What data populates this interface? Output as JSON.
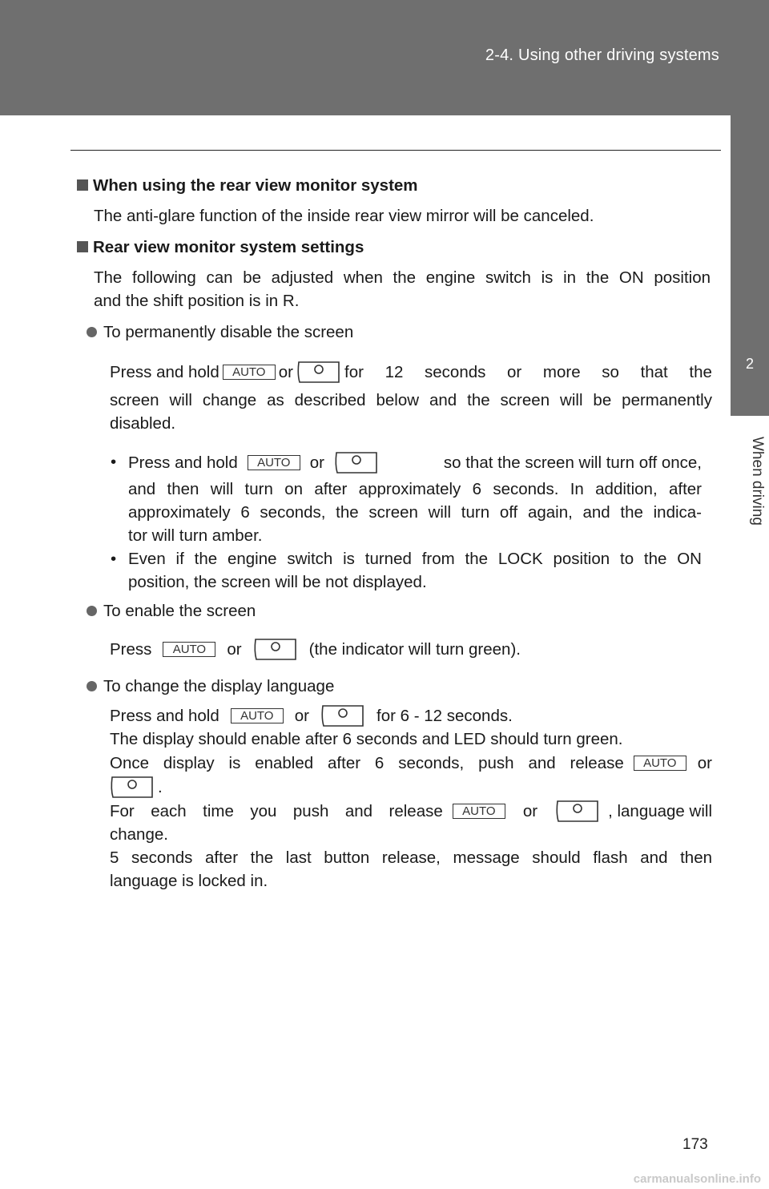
{
  "header": {
    "title": "2-4. Using other driving systems"
  },
  "side_tab": {
    "number": "2",
    "label": "When driving"
  },
  "sections": [
    {
      "heading": "When using the rear view monitor system",
      "body": "The anti-glare function of the inside rear view mirror will be canceled."
    },
    {
      "heading": "Rear view monitor system settings",
      "body_line1": "The following can be adjusted when the engine switch is in the ON position",
      "body_line2": "and the shift position is in R."
    }
  ],
  "buttons": {
    "auto_label": "AUTO",
    "camera_icon": "camera-icon"
  },
  "disable": {
    "bullet": "To permanently disable the screen",
    "line1_a": "Press and hold",
    "line1_or": "or",
    "line1_b": "for 12 seconds or more so that the",
    "line2": "screen will change as described below and the screen will be permanently",
    "line3": "disabled.",
    "sub1_a": "Press and hold",
    "sub1_or": "or",
    "sub1_b": "so that the screen will turn off once,",
    "sub1_l2": "and then will turn on after approximately 6 seconds. In addition, after",
    "sub1_l3": "approximately 6 seconds, the screen will turn off again, and the indica-",
    "sub1_l4": "tor will turn amber.",
    "sub2_l1": "Even if the engine switch is turned from the LOCK position to the ON",
    "sub2_l2": "position, the screen will be not displayed."
  },
  "enable": {
    "bullet": "To enable the screen",
    "line_a": "Press",
    "line_or": "or",
    "line_b": "(the indicator will turn green)."
  },
  "language": {
    "bullet": "To change the display language",
    "l1_a": "Press and hold",
    "l1_or": "or",
    "l1_b": "for 6 - 12 seconds.",
    "l2": "The display should enable after 6 seconds and LED should turn green.",
    "l3_a": "Once display is enabled after 6 seconds, push and release",
    "l3_or": "or",
    "l4_end": ".",
    "l5_a": "For each time you push and release",
    "l5_or": "or",
    "l5_b": ", language will",
    "l6": "change.",
    "l7": "5 seconds after the last button release, message should flash and then",
    "l8": "language is locked in."
  },
  "sub_marker": "•",
  "page_number": "173",
  "watermark": "carmanualsonline.info"
}
